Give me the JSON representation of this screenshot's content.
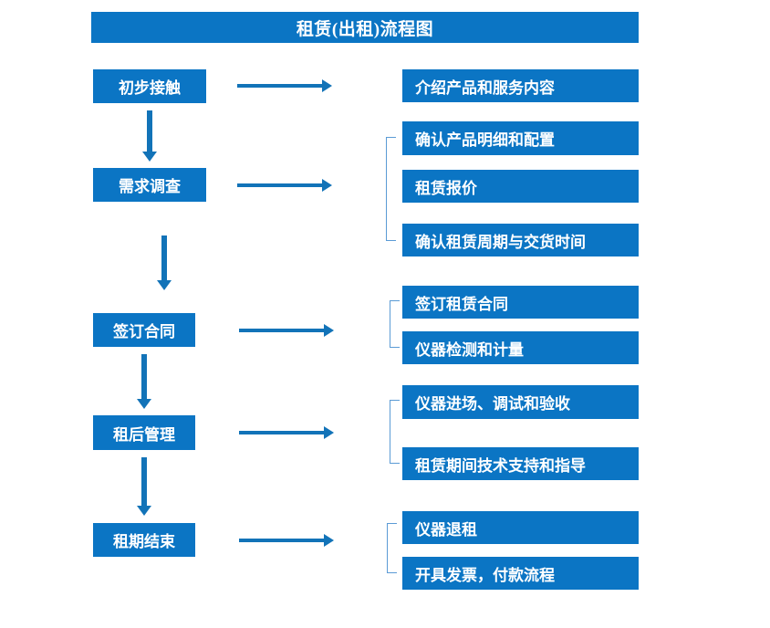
{
  "chart_data": {
    "type": "diagram",
    "title": "租赁(出租)流程图",
    "diagram_kind": "flowchart",
    "orientation": "vertical-stages-with-horizontal-details",
    "stages": [
      {
        "id": "stage-1",
        "label": "初步接触",
        "details": [
          "介绍产品和服务内容"
        ]
      },
      {
        "id": "stage-2",
        "label": "需求调查",
        "details": [
          "确认产品明细和配置",
          "租赁报价",
          "确认租赁周期与交货时间"
        ]
      },
      {
        "id": "stage-3",
        "label": "签订合同",
        "details": [
          "签订租赁合同",
          "仪器检测和计量"
        ]
      },
      {
        "id": "stage-4",
        "label": "租后管理",
        "details": [
          "仪器进场、调试和验收",
          "租赁期间技术支持和指导"
        ]
      },
      {
        "id": "stage-5",
        "label": "租期结束",
        "details": [
          "仪器退租",
          "开具发票，付款流程"
        ]
      }
    ],
    "colors": {
      "box_fill": "#0b75c4",
      "box_text": "#ffffff",
      "arrow": "#1273b8",
      "bracket": "#5b9bd5",
      "background": "#ffffff"
    }
  },
  "header": {
    "title": "租赁(出租)流程图"
  },
  "stages": {
    "s1": {
      "label": "初步接触"
    },
    "s2": {
      "label": "需求调查"
    },
    "s3": {
      "label": "签订合同"
    },
    "s4": {
      "label": "租后管理"
    },
    "s5": {
      "label": "租期结束"
    }
  },
  "details": {
    "d1": {
      "label": "介绍产品和服务内容"
    },
    "d2": {
      "label": "确认产品明细和配置"
    },
    "d3": {
      "label": "租赁报价"
    },
    "d4": {
      "label": "确认租赁周期与交货时间"
    },
    "d5": {
      "label": "签订租赁合同"
    },
    "d6": {
      "label": "仪器检测和计量"
    },
    "d7": {
      "label": "仪器进场、调试和验收"
    },
    "d8": {
      "label": "租赁期间技术支持和指导"
    },
    "d9": {
      "label": "仪器退租"
    },
    "d10": {
      "label": "开具发票，付款流程"
    }
  }
}
